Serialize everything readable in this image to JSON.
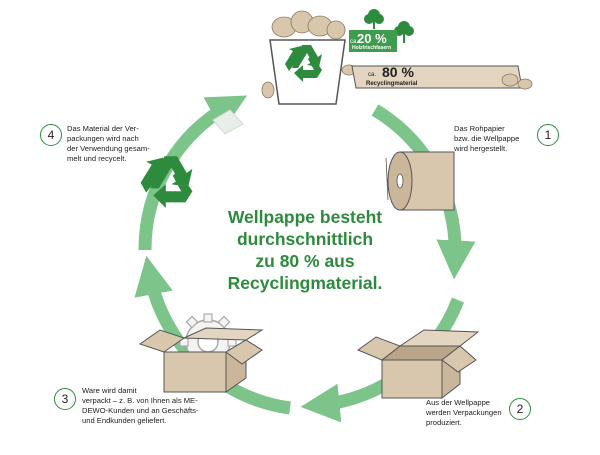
{
  "center_text": [
    "Wellpappe besteht",
    "durchschnittlich",
    "zu 80 % aus",
    "Recyclingmaterial."
  ],
  "stats": {
    "wood_ca": "ca.",
    "wood_percent": "20 %",
    "wood_label": "Holzfrischfasern",
    "recycling_ca": "ca.",
    "recycling_percent": "80 %",
    "recycling_label": "Recyclingmaterial"
  },
  "steps": [
    {
      "number": "1",
      "lines": [
        "Das Rohpapier",
        "bzw. die Wellpappe",
        "wird hergestellt."
      ]
    },
    {
      "number": "2",
      "lines": [
        "Aus der Wellpappe",
        "werden Verpackungen",
        "produziert."
      ]
    },
    {
      "number": "3",
      "lines": [
        "Ware wird damit",
        "verpackt – z. B. von Ihnen als ME-",
        "DEWO-Kunden und an Geschäfts-",
        "und Endkunden geliefert."
      ]
    },
    {
      "number": "4",
      "lines": [
        "Das Material der Ver-",
        "packungen wird nach",
        "der Verwendung gesam-",
        "melt und recycelt."
      ]
    }
  ],
  "icons": [
    "recycling-icon",
    "tree-icon",
    "paper-roll-icon",
    "cardboard-box-icon",
    "gear-icon"
  ],
  "colors": {
    "green": "#2e8b3e",
    "ring": "#7cc489",
    "cardboard": "#d8c6ad",
    "cardboard_dark": "#b9a68a"
  }
}
